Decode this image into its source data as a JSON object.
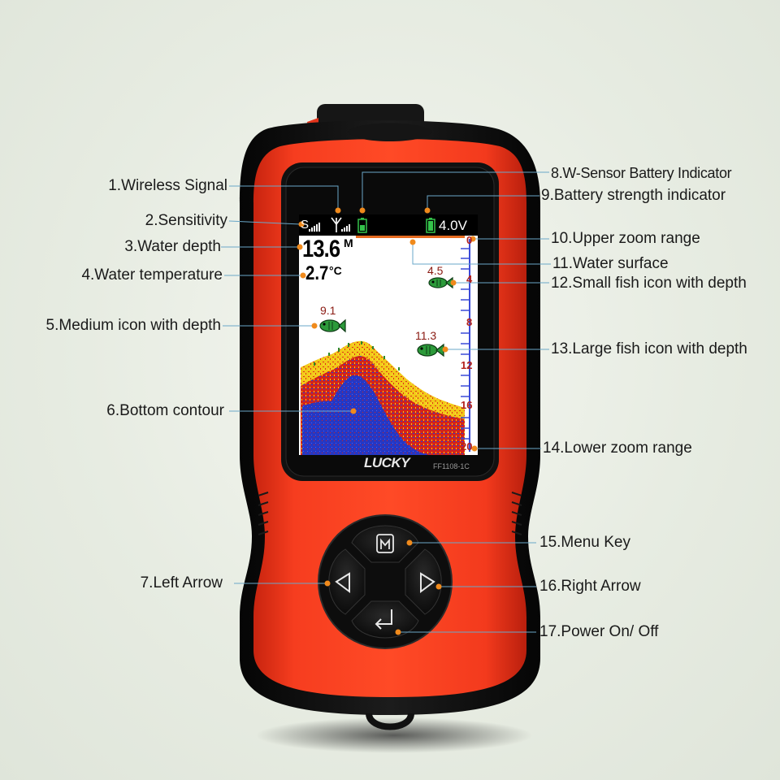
{
  "device": {
    "brand": "LUCKY",
    "model": "FF1108-1C",
    "screen": {
      "depth_value": "13.6",
      "depth_unit": "M",
      "temp_value": "2.7",
      "temp_unit": "°C",
      "sensitivity_letter": "S",
      "battery_voltage": "4.0V",
      "fish": [
        {
          "depth_label": "4.5",
          "size": "small"
        },
        {
          "depth_label": "9.1",
          "size": "medium"
        },
        {
          "depth_label": "11.3",
          "size": "large"
        }
      ],
      "depth_scale": [
        "0",
        "4",
        "8",
        "12",
        "16",
        "20"
      ]
    }
  },
  "labels": {
    "left": [
      "1.Wireless Signal",
      "2.Sensitivity",
      "3.Water depth",
      "4.Water temperature",
      "5.Medium icon with depth",
      "6.Bottom contour",
      "7.Left Arrow"
    ],
    "right": [
      "8.W-Sensor Battery Indicator",
      "9.Battery strength indicator",
      "10.Upper zoom range",
      "11.Water surface",
      "12.Small fish icon with depth",
      "13.Large fish icon with depth",
      "14.Lower zoom range",
      "15.Menu Key",
      "16.Right Arrow",
      "17.Power On/ Off"
    ]
  },
  "colors": {
    "body_orange": "#f2361c",
    "body_black": "#141414",
    "sonar_yellow": "#f5d21a",
    "sonar_red": "#d8231a",
    "sonar_blue": "#2438c8",
    "leader_line": "#6aa7c8"
  }
}
